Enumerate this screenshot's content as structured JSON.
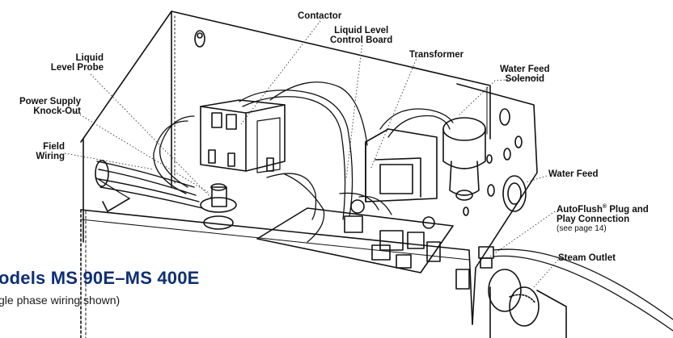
{
  "title": "odels MS 90E–MS 400E",
  "subtitle": "gle phase wiring shown)",
  "labels": {
    "contactor": "Contactor",
    "liquid_level_control_board": [
      "Liquid Level",
      "Control Board"
    ],
    "transformer": "Transformer",
    "liquid_level_probe": [
      "Liquid",
      "Level Probe"
    ],
    "water_feed_solenoid": [
      "Water Feed",
      "Solenoid"
    ],
    "power_supply_knockout": [
      "Power Supply",
      "Knock-Out"
    ],
    "field_wiring": [
      "Field",
      "Wiring"
    ],
    "water_feed": "Water Feed",
    "autoflush": {
      "line1_brand": "AutoFlush",
      "registered": "®",
      "line1_rest": " Plug and",
      "line2": "Play Connection",
      "note": "(see page 14)"
    },
    "steam_outlet": "Steam Outlet"
  },
  "colors": {
    "title": "#0d2f78",
    "line": "#111111",
    "leader": "#333333"
  }
}
